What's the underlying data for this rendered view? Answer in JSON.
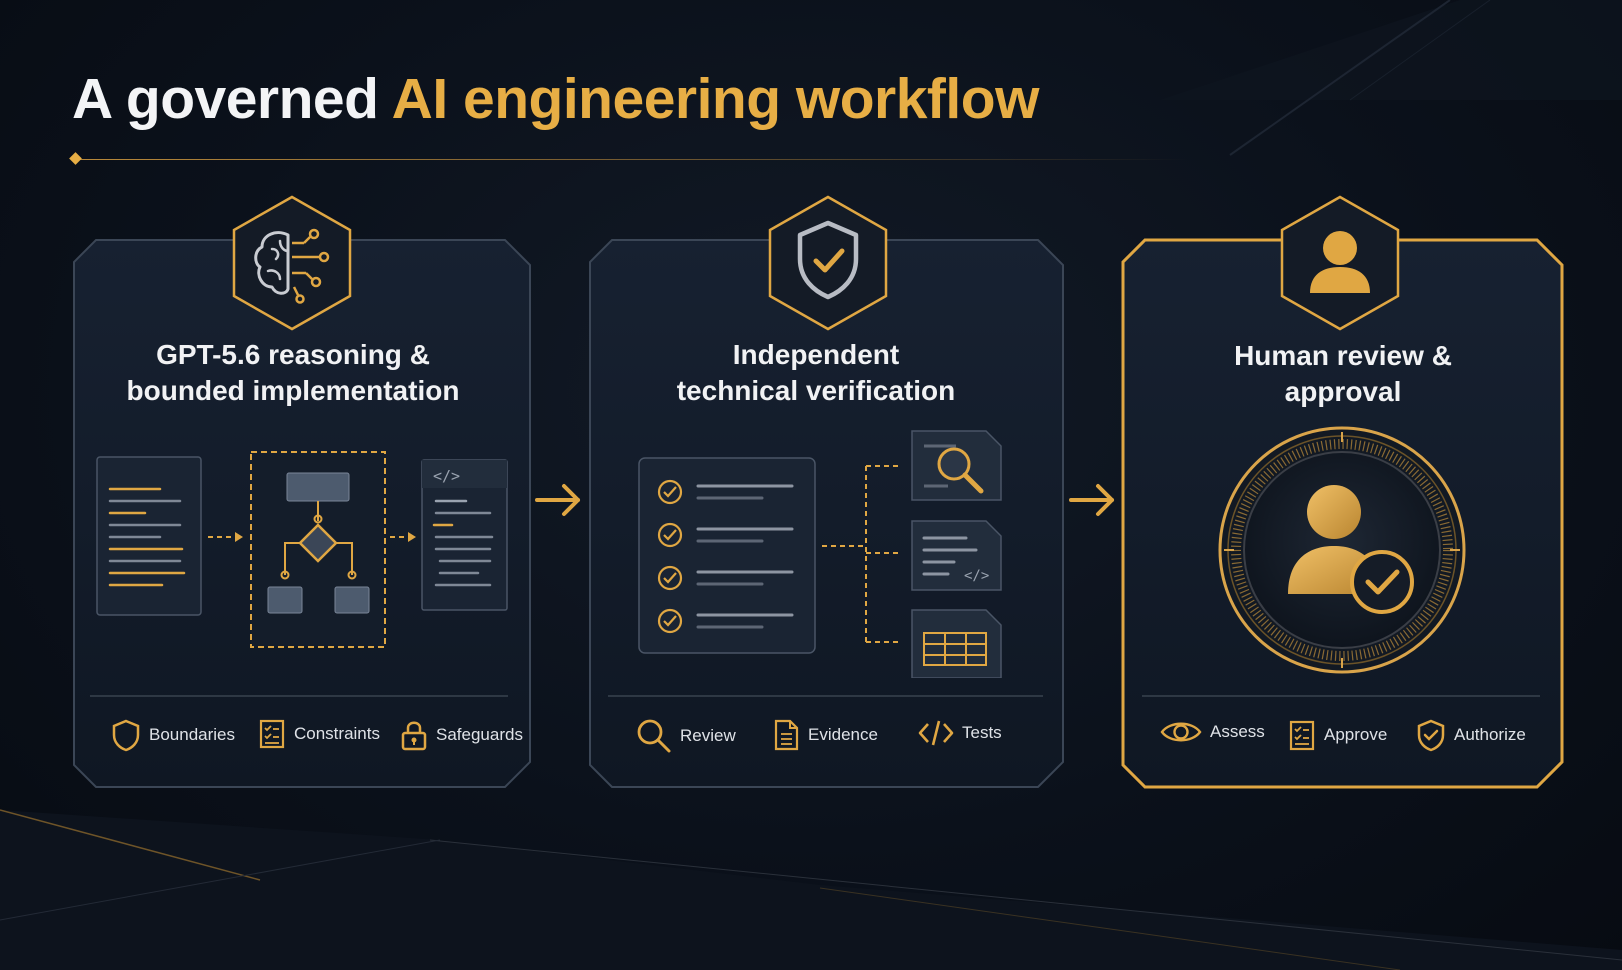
{
  "title": {
    "part1": "A governed ",
    "part2": "AI engineering workflow"
  },
  "colors": {
    "accent": "#e7ae45",
    "background": "#0b111b",
    "panel": "#111a27",
    "panel_border": "#3a4555",
    "text": "#f1f2f4"
  },
  "panels": [
    {
      "title_line1": "GPT-5.6 reasoning &",
      "title_line2": "bounded implementation",
      "icon": "brain-circuit-icon",
      "footer": [
        {
          "label": "Boundaries",
          "icon": "shield-icon"
        },
        {
          "label": "Constraints",
          "icon": "checklist-icon"
        },
        {
          "label": "Safeguards",
          "icon": "lock-icon"
        }
      ]
    },
    {
      "title_line1": "Independent",
      "title_line2": "technical verification",
      "icon": "shield-check-icon",
      "footer": [
        {
          "label": "Review",
          "icon": "search-icon"
        },
        {
          "label": "Evidence",
          "icon": "document-icon"
        },
        {
          "label": "Tests",
          "icon": "code-icon"
        }
      ]
    },
    {
      "title_line1": "Human review &",
      "title_line2": "approval",
      "icon": "user-icon",
      "footer": [
        {
          "label": "Assess",
          "icon": "eye-icon"
        },
        {
          "label": "Approve",
          "icon": "checklist-icon"
        },
        {
          "label": "Authorize",
          "icon": "shield-check-icon"
        }
      ]
    }
  ]
}
